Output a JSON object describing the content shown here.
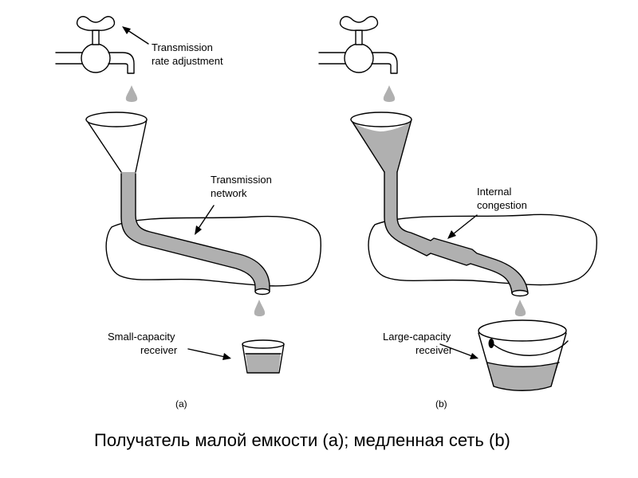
{
  "labels": {
    "rate_adjustment_1": "Transmission",
    "rate_adjustment_2": "rate adjustment",
    "network_1": "Transmission",
    "network_2": "network",
    "small_receiver_1": "Small-capacity",
    "small_receiver_2": "receiver",
    "congestion_1": "Internal",
    "congestion_2": "congestion",
    "large_receiver_1": "Large-capacity",
    "large_receiver_2": "receiver",
    "panel_a": "(a)",
    "panel_b": "(b)"
  },
  "caption": "Получатель малой емкости (a); медленная сеть (b)",
  "colors": {
    "water": "#b0b0b0",
    "line": "#000000",
    "background": "#ffffff"
  }
}
